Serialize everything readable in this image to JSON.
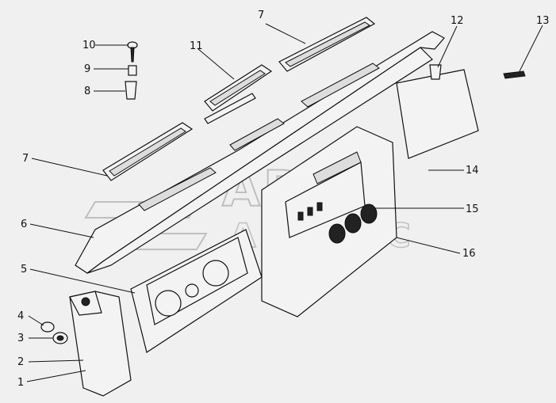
{
  "diagram": {
    "watermark": {
      "line1": "АВТО",
      "line2": "АЛЬЯНС"
    },
    "callouts": [
      {
        "id": "c1",
        "label": "1"
      },
      {
        "id": "c2",
        "label": "2"
      },
      {
        "id": "c3",
        "label": "3"
      },
      {
        "id": "c4",
        "label": "4"
      },
      {
        "id": "c5",
        "label": "5"
      },
      {
        "id": "c6",
        "label": "6"
      },
      {
        "id": "c7a",
        "label": "7"
      },
      {
        "id": "c7b",
        "label": "7"
      },
      {
        "id": "c8",
        "label": "8"
      },
      {
        "id": "c9",
        "label": "9"
      },
      {
        "id": "c10",
        "label": "10"
      },
      {
        "id": "c11",
        "label": "11"
      },
      {
        "id": "c12",
        "label": "12"
      },
      {
        "id": "c13",
        "label": "13"
      },
      {
        "id": "c14",
        "label": "14"
      },
      {
        "id": "c15",
        "label": "15"
      },
      {
        "id": "c16",
        "label": "16"
      }
    ]
  }
}
